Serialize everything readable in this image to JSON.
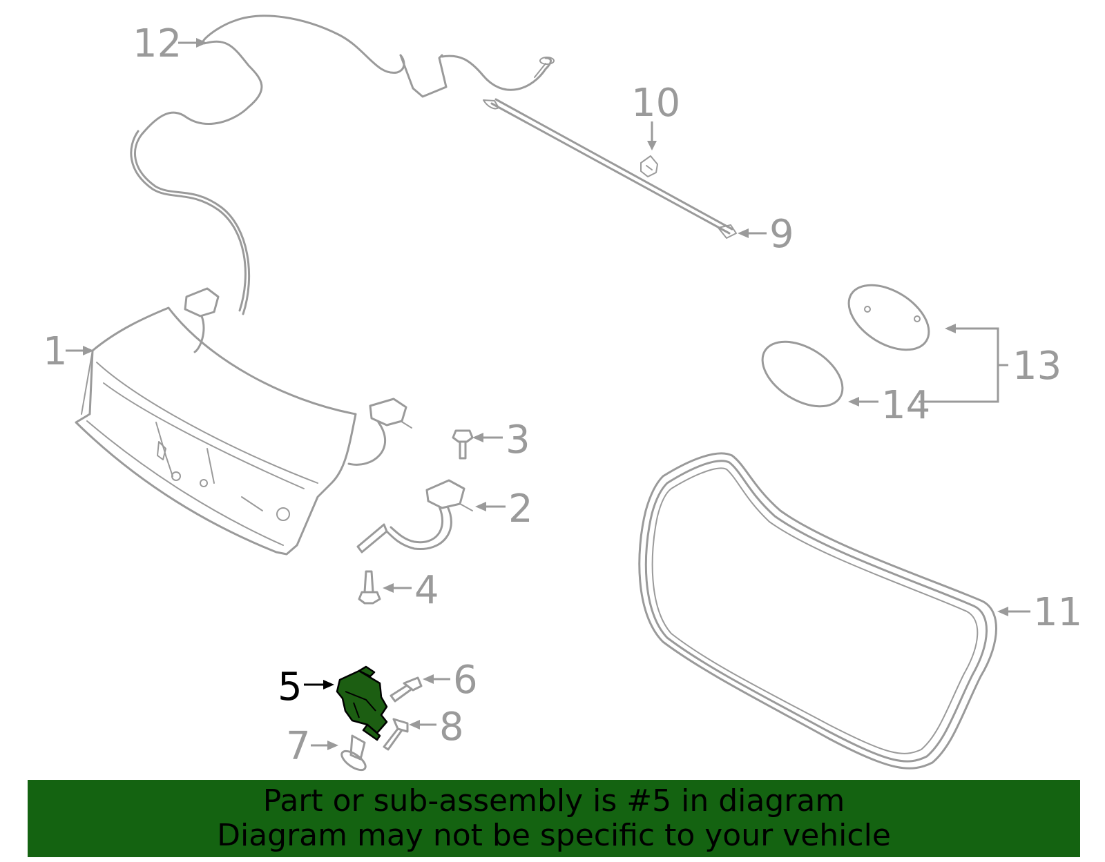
{
  "diagram": {
    "callouts": [
      {
        "id": "c1",
        "label": "1"
      },
      {
        "id": "c2",
        "label": "2"
      },
      {
        "id": "c3",
        "label": "3"
      },
      {
        "id": "c4",
        "label": "4"
      },
      {
        "id": "c5",
        "label": "5",
        "highlighted": true
      },
      {
        "id": "c6",
        "label": "6"
      },
      {
        "id": "c7",
        "label": "7"
      },
      {
        "id": "c8",
        "label": "8"
      },
      {
        "id": "c9",
        "label": "9"
      },
      {
        "id": "c10",
        "label": "10"
      },
      {
        "id": "c11",
        "label": "11"
      },
      {
        "id": "c12",
        "label": "12"
      },
      {
        "id": "c13",
        "label": "13"
      },
      {
        "id": "c14",
        "label": "14"
      }
    ],
    "colors": {
      "line_art": "#9a9a9a",
      "highlight_part": "#1c5e12",
      "banner_bg": "#146311",
      "text_highlight": "#000000"
    }
  },
  "banner": {
    "line1": "Part or sub-assembly is #5 in diagram",
    "line2": "Diagram may not be specific to your vehicle"
  }
}
